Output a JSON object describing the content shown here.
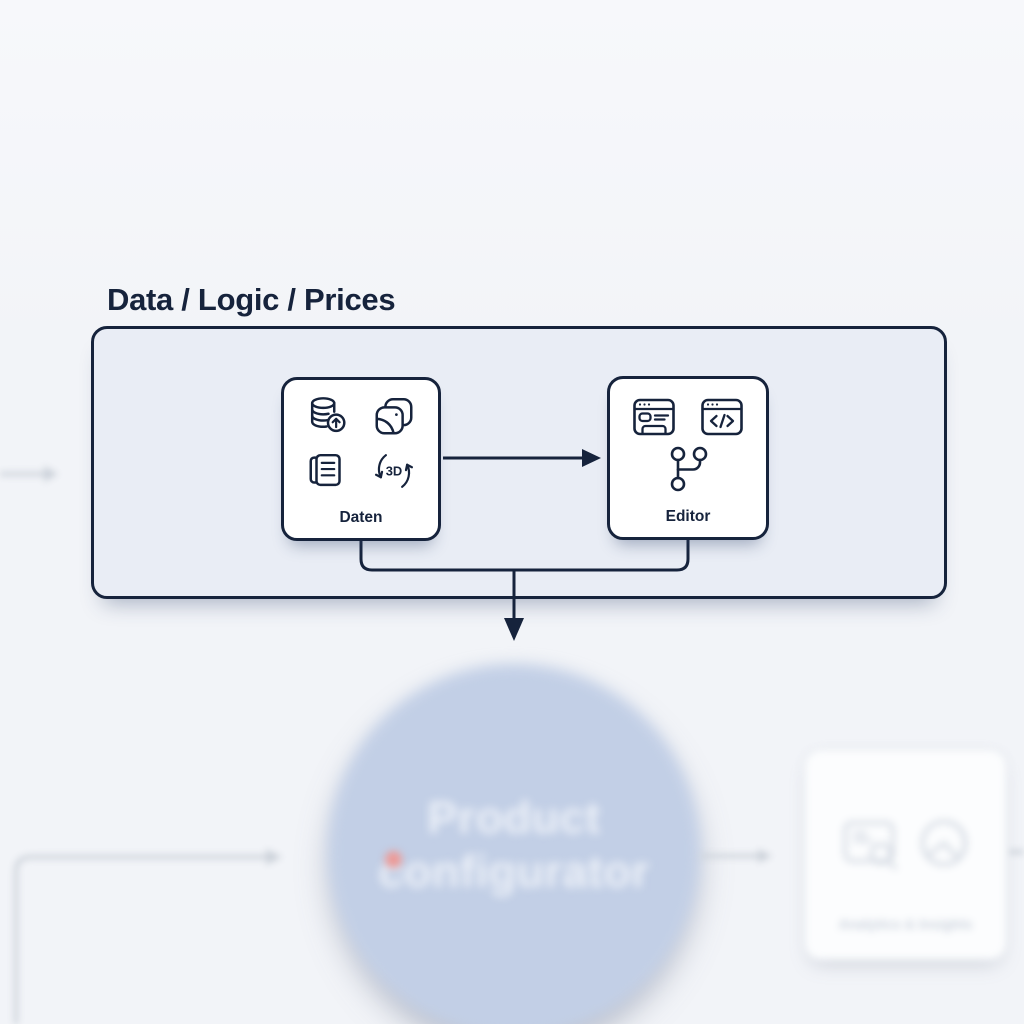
{
  "section": {
    "title": "Data / Logic / Prices"
  },
  "group": {
    "daten_card": {
      "label": "Daten",
      "icon_3d_label": "3D",
      "icons": [
        "database-upload",
        "layers",
        "catalog",
        "3d-rotate"
      ]
    },
    "editor_card": {
      "label": "Editor",
      "icons": [
        "browser-form",
        "browser-code",
        "git-branch"
      ]
    }
  },
  "configurator": {
    "line1": "Product",
    "line2": "configurator"
  },
  "analytics_card": {
    "label": "Analytics & Insights",
    "icons": [
      "screen-search",
      "pie-chart"
    ]
  },
  "colors": {
    "navy": "#16233c",
    "container_fill": "#e9edf5",
    "card_fill": "#ffffff",
    "page_bg_top": "#f7f8fb",
    "page_bg": "#f2f4f8",
    "circle_fill": "#c2cfe6",
    "circle_text": "#edf1f8",
    "muted_line": "#ccd2da",
    "muted_card_border": "#e0e4eb",
    "muted_icon": "#d3d9e2",
    "muted_text": "#c9d0db",
    "accent_dot": "#ec9a97"
  }
}
